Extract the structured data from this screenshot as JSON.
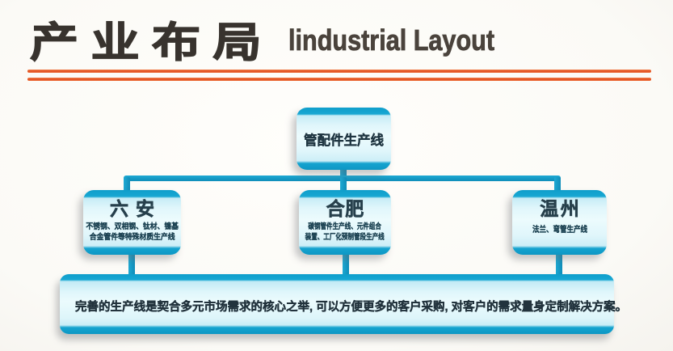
{
  "header": {
    "title_zh": "产业布局",
    "title_en": "lindustrial Layout",
    "accent_color": "#e24e20"
  },
  "chart": {
    "root": {
      "label": "管配件生产线"
    },
    "children": [
      {
        "name": "六安",
        "desc": [
          "不锈钢、双相钢、钛材、镍基",
          "合金管件等特殊材质生产线"
        ]
      },
      {
        "name": "合肥",
        "desc": [
          "碳钢管件生产线、元件组合",
          "装置、工厂化预制管段生产线"
        ]
      },
      {
        "name": "温州",
        "desc": [
          "法兰、弯管生产线"
        ]
      }
    ],
    "node_color": "#14a3cf",
    "node_fill": "#e7fafd",
    "connector_color": "#1398c3"
  },
  "banner": {
    "text": "完善的生产线是契合多元市场需求的核心之举, 可以方便更多的客户采购, 对客户的需求量身定制解决方案。"
  }
}
